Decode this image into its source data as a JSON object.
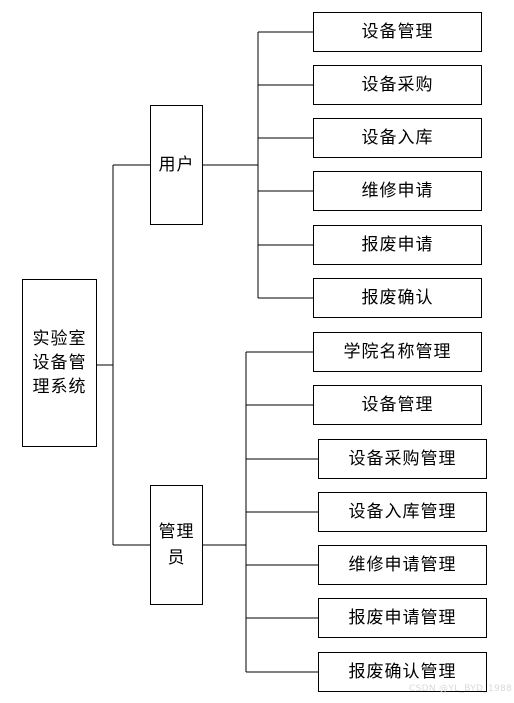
{
  "root": {
    "label": "实验室设备管理系统"
  },
  "branches": [
    {
      "label": "用户",
      "children": [
        "设备管理",
        "设备采购",
        "设备入库",
        "维修申请",
        "报废申请",
        "报废确认"
      ]
    },
    {
      "label": "管理员",
      "children": [
        "学院名称管理",
        "设备管理",
        "设备采购管理",
        "设备入库管理",
        "维修申请管理",
        "报废申请管理",
        "报废确认管理"
      ]
    }
  ],
  "watermark": {
    "text": "CSDN @YL_BYD_1988"
  },
  "colors": {
    "line": "#000000",
    "box_border": "#000000",
    "background": "#ffffff",
    "watermark": "#d9d9d9"
  }
}
